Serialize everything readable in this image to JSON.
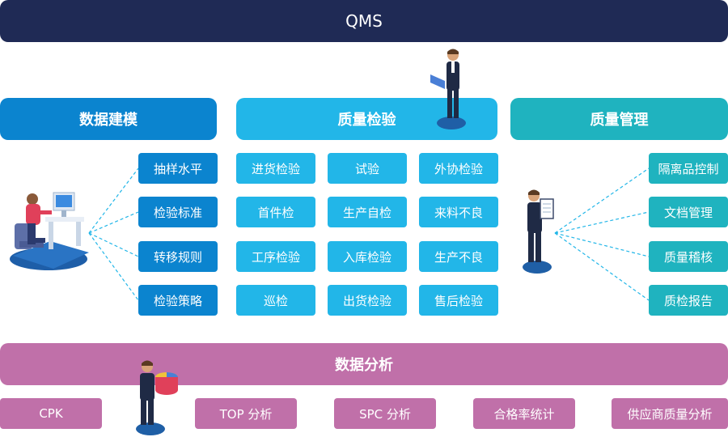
{
  "top_bar": "QMS",
  "modeling": {
    "title": "数据建模",
    "items": [
      "抽样水平",
      "检验标准",
      "转移规则",
      "检验策略"
    ]
  },
  "inspection": {
    "title": "质量检验",
    "grid": [
      [
        "进货检验",
        "试验",
        "外协检验"
      ],
      [
        "首件检",
        "生产自检",
        "来料不良"
      ],
      [
        "工序检验",
        "入库检验",
        "生产不良"
      ],
      [
        "巡检",
        "出货检验",
        "售后检验"
      ]
    ]
  },
  "management": {
    "title": "质量管理",
    "items": [
      "隔离品控制",
      "文档管理",
      "质量稽核",
      "质检报告"
    ]
  },
  "analysis": {
    "title": "数据分析",
    "items": [
      "CPK",
      "TOP 分析",
      "SPC 分析",
      "合格率统计",
      "供应商质量分析"
    ]
  },
  "colors": {
    "navy": "#1f2a55",
    "blue": "#0b84cf",
    "cyan": "#22b6e8",
    "teal": "#1fb3bf",
    "pink": "#c070a9"
  }
}
